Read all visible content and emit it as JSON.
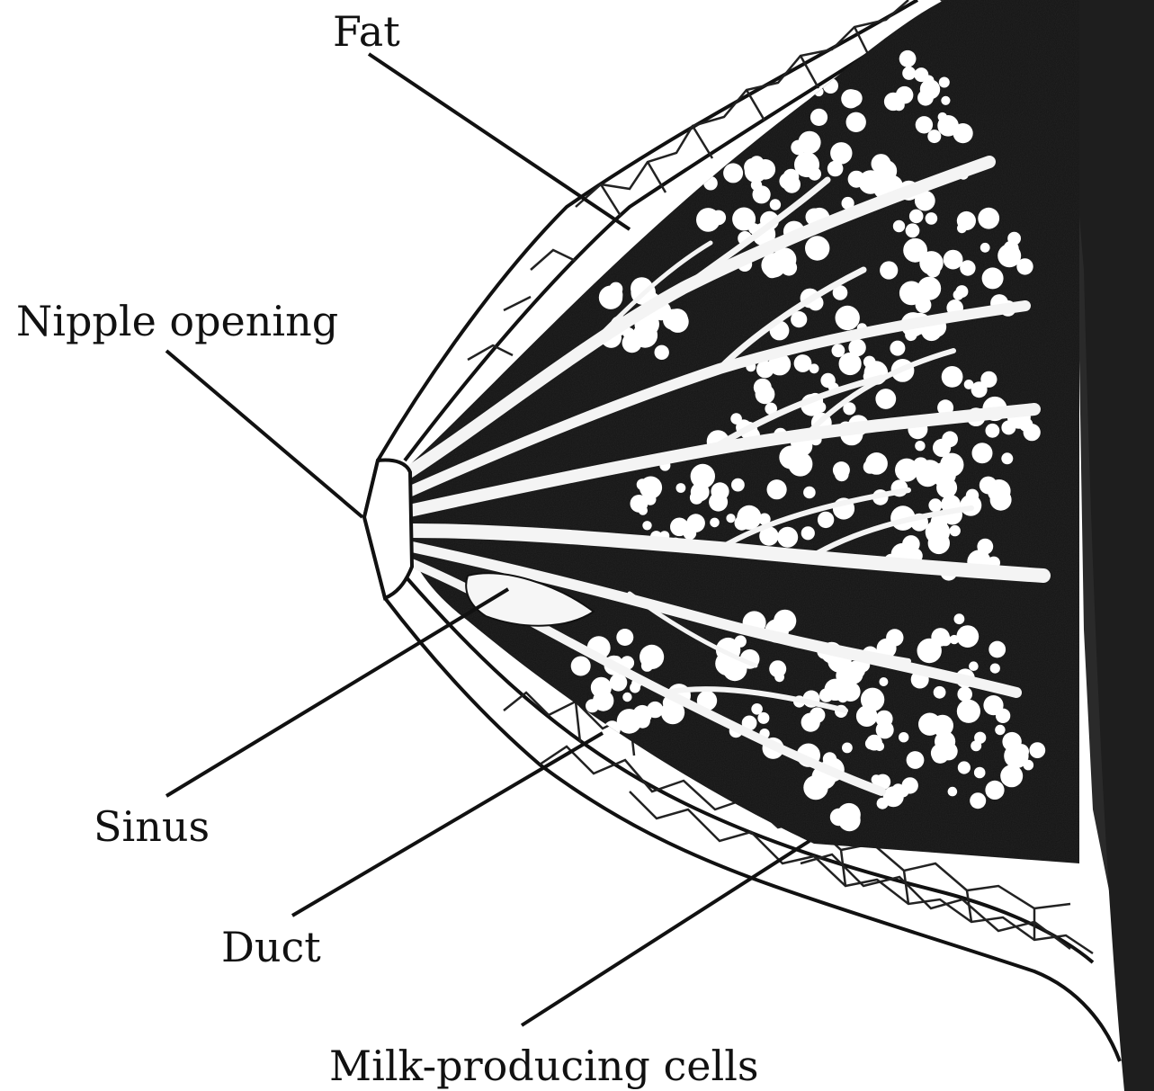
{
  "labels": {
    "fat": "Fat",
    "nipple_opening": "Nipple opening",
    "sinus": "Sinus",
    "duct": "Duct",
    "milk_producing_cells": "Milk-producing cells"
  },
  "colors": {
    "tissue_dark": "#151515",
    "chest_wall": "#2a2a2a",
    "ink": "#111111",
    "paper": "#ffffff"
  }
}
